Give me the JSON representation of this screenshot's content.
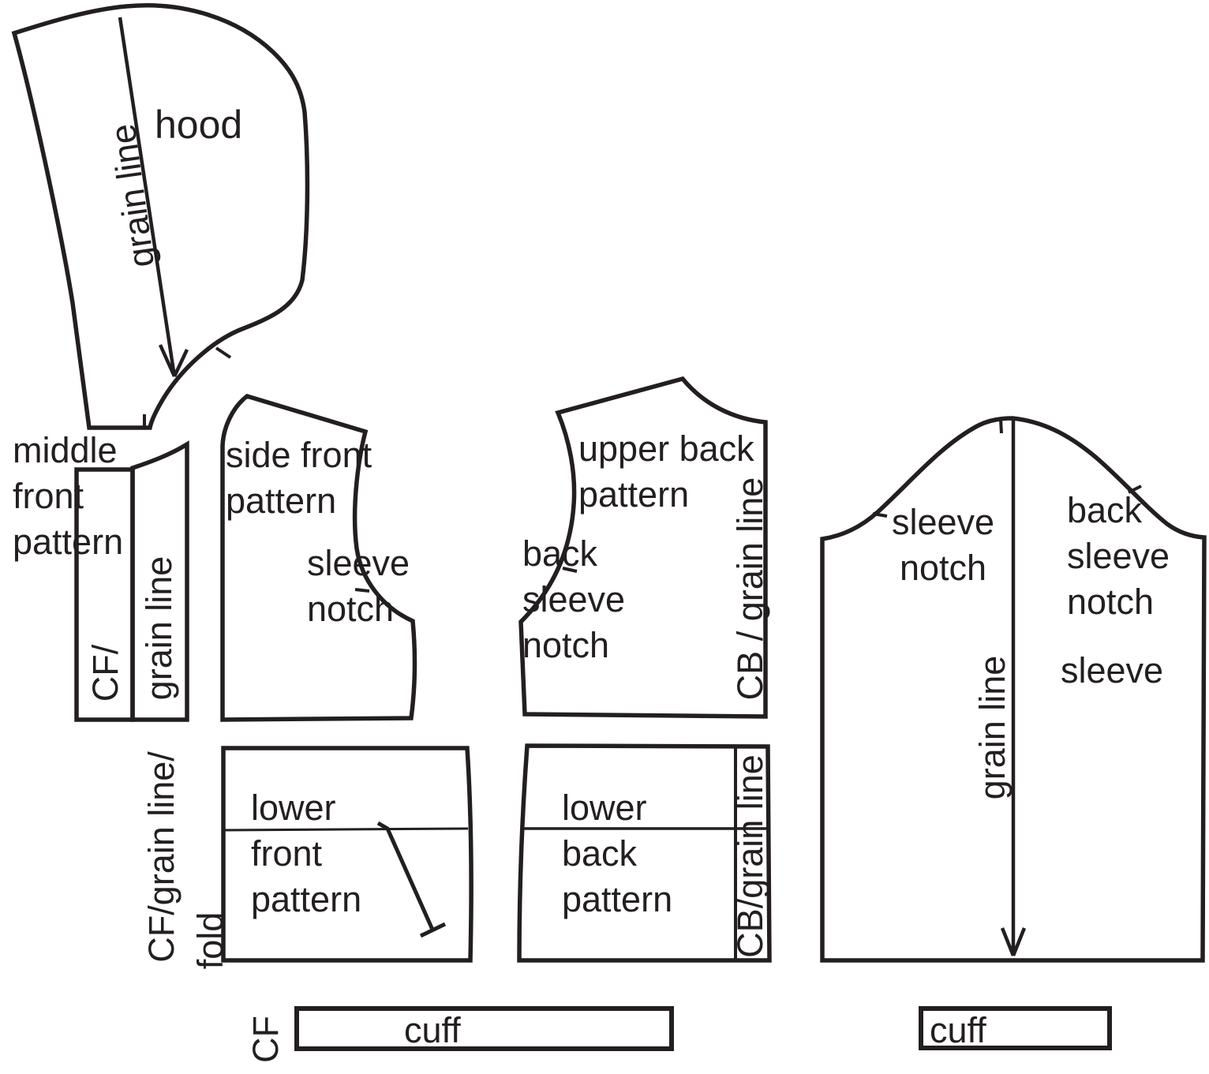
{
  "colors": {
    "line": "#231f20",
    "background": "#ffffff"
  },
  "pieces": {
    "hood": {
      "name": "hood",
      "grain_label": "grain line"
    },
    "middle_front": {
      "name": "middle\nfront\npattern",
      "cf_label": "CF/",
      "grain_label": "grain line"
    },
    "side_front": {
      "name": "side front\npattern",
      "sleeve_notch_label": "sleeve\nnotch"
    },
    "upper_back": {
      "name": "upper back\npattern",
      "back_sleeve_notch_label": "back\nsleeve\nnotch",
      "cb_grain_label": "CB / grain line"
    },
    "lower_front": {
      "name": "lower\nfront\npattern",
      "cf_grain_label": "CF/grain line/",
      "fold_label": "fold"
    },
    "lower_back": {
      "name": "lower\nback\npattern",
      "cb_grain_label": "CB/grain line"
    },
    "sleeve": {
      "name": "sleeve",
      "sleeve_notch_label": "sleeve\nnotch",
      "back_sleeve_notch_label": "back\nsleeve\nnotch",
      "grain_label": "grain line"
    },
    "front_cuff": {
      "name": "cuff",
      "cf_label": "CF"
    },
    "sleeve_cuff": {
      "name": "cuff"
    }
  }
}
